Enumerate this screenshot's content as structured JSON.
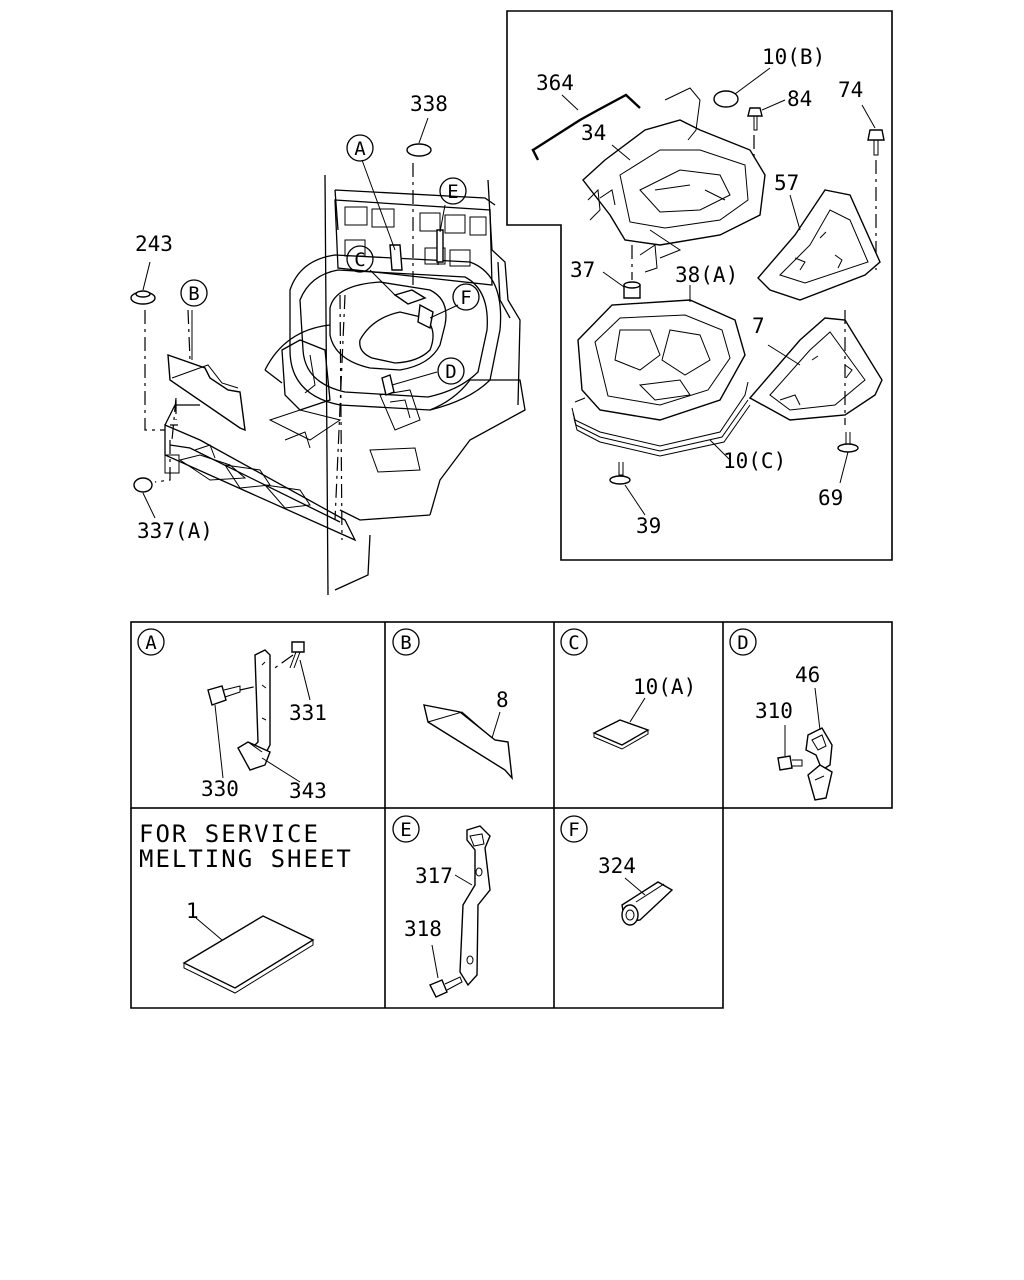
{
  "callouts": {
    "c338": "338",
    "c243": "243",
    "c337a": "337(A)",
    "c364": "364",
    "c34": "34",
    "c10b": "10(B)",
    "c84": "84",
    "c74": "74",
    "c57": "57",
    "c37": "37",
    "c38a": "38(A)",
    "c7": "7",
    "c10c": "10(C)",
    "c39": "39",
    "c69": "69"
  },
  "view_refs": {
    "main_a": "A",
    "main_b": "B",
    "main_c": "C",
    "main_d": "D",
    "main_e": "E",
    "main_f": "F"
  },
  "detail_a": {
    "ref": "A",
    "c331": "331",
    "c330": "330",
    "c343": "343"
  },
  "detail_b": {
    "ref": "B",
    "c8": "8"
  },
  "detail_c": {
    "ref": "C",
    "c10a": "10(A)"
  },
  "detail_d": {
    "ref": "D",
    "c46": "46",
    "c310": "310"
  },
  "detail_service": {
    "line1": "FOR SERVICE",
    "line2": "MELTING SHEET",
    "c1": "1"
  },
  "detail_e": {
    "ref": "E",
    "c317": "317",
    "c318": "318"
  },
  "detail_f": {
    "ref": "F",
    "c324": "324"
  }
}
